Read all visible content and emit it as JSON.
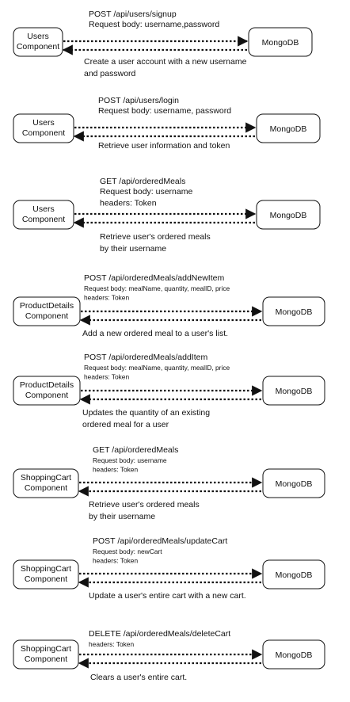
{
  "diagram": {
    "flows": [
      {
        "left_box": [
          "Users",
          "Component"
        ],
        "right_box": "MongoDB",
        "request_lines": [
          "POST /api/users/signup",
          "Request body: username,password"
        ],
        "response_lines": [
          "Create a user account with  a new username",
          "and password"
        ]
      },
      {
        "left_box": [
          "Users",
          "Component"
        ],
        "right_box": "MongoDB",
        "request_lines": [
          "POST /api/users/login",
          "Request body: username, password"
        ],
        "response_lines": [
          "Retrieve user information and token"
        ]
      },
      {
        "left_box": [
          "Users",
          "Component"
        ],
        "right_box": "MongoDB",
        "request_lines": [
          "GET /api/orderedMeals",
          "Request body: username",
          "headers: Token"
        ],
        "response_lines": [
          "Retrieve user's ordered meals",
          "by their username"
        ]
      },
      {
        "left_box": [
          "ProductDetails",
          "Component"
        ],
        "right_box": "MongoDB",
        "request_lines": [
          "POST /api/orderedMeals/addNewItem",
          "Request body: mealName, quantity, mealID, price",
          "headers: Token"
        ],
        "response_lines": [
          "Add a new ordered meal to a user's list."
        ]
      },
      {
        "left_box": [
          "ProductDetails",
          "Component"
        ],
        "right_box": "MongoDB",
        "request_lines": [
          "POST /api/orderedMeals/addItem",
          "Request body: mealName, quantity, mealID, price",
          "headers: Token"
        ],
        "response_lines": [
          "Updates the quantity of an existing",
          "ordered meal for a user"
        ]
      },
      {
        "left_box": [
          "ShoppingCart",
          "Component"
        ],
        "right_box": "MongoDB",
        "request_lines": [
          "GET /api/orderedMeals",
          "Request body: username",
          "headers: Token"
        ],
        "response_lines": [
          "Retrieve user's ordered meals",
          "by their username"
        ]
      },
      {
        "left_box": [
          "ShoppingCart",
          "Component"
        ],
        "right_box": "MongoDB",
        "request_lines": [
          "POST /api/orderedMeals/updateCart",
          "Request body: newCart",
          "headers: Token"
        ],
        "response_lines": [
          "Update a user's entire cart with a new cart."
        ]
      },
      {
        "left_box": [
          "ShoppingCart",
          "Component"
        ],
        "right_box": "MongoDB",
        "request_lines": [
          "DELETE /api/orderedMeals/deleteCart",
          "headers: Token"
        ],
        "response_lines": [
          "Clears a user's entire cart."
        ]
      }
    ]
  }
}
